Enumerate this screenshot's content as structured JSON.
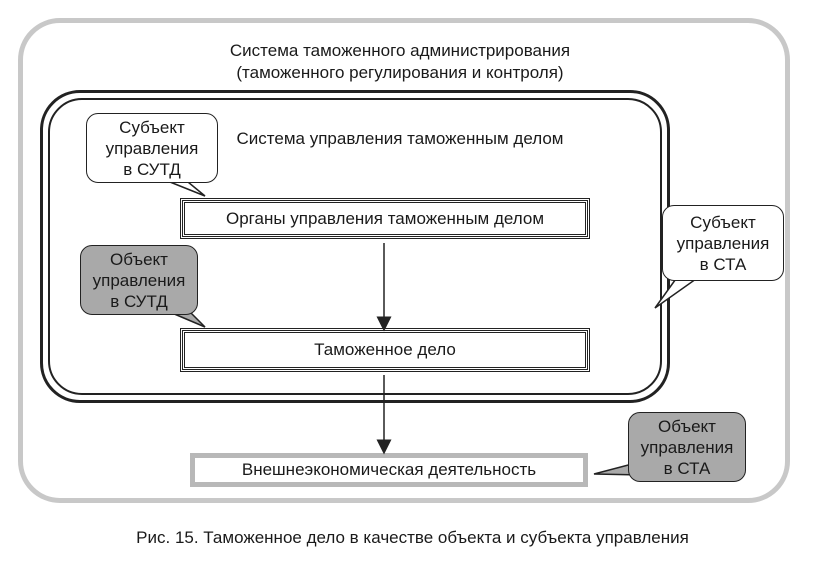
{
  "outer_system": {
    "title_line1": "Система таможенного администрирования",
    "title_line2": "(таможенного регулирования и контроля)"
  },
  "inner_system": {
    "title": "Система управления таможенным делом"
  },
  "boxes": {
    "organs": "Органы управления таможенным делом",
    "delo": "Таможенное дело",
    "ved": "Внешнеэкономическая деятельность"
  },
  "callouts": {
    "subject_sutd": [
      "Субъект",
      "управления",
      "в СУТД"
    ],
    "subject_sta": [
      "Субъект",
      "управления",
      "в СТА"
    ],
    "object_sutd": [
      "Объект",
      "управления",
      "в СУТД"
    ],
    "object_sta": [
      "Объект",
      "управления",
      "в СТА"
    ]
  },
  "caption": "Рис. 15. Таможенное дело в качестве объекта и субъекта управления",
  "colors": {
    "outer_frame": "#c8c8c8",
    "gray_callout": "#a9a9a9",
    "line": "#222222"
  }
}
